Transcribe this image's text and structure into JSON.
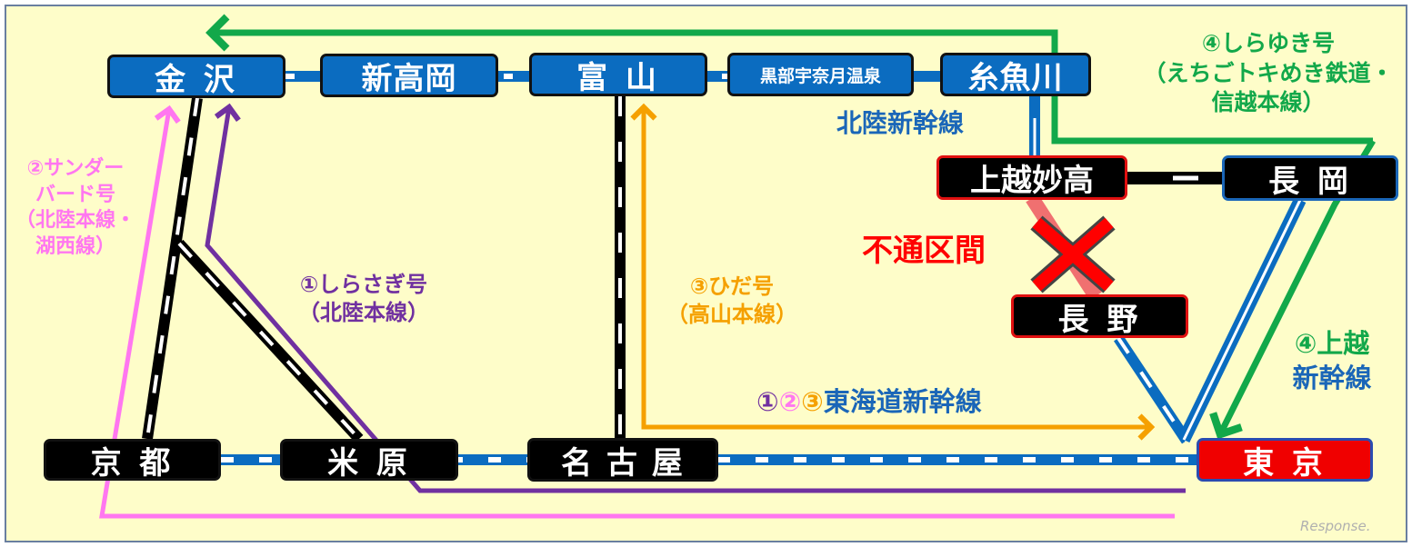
{
  "stations": {
    "kanazawa": "金 沢",
    "shin_takaoka": "新高岡",
    "toyama": "富 山",
    "kurobe": "黒部宇奈月温泉",
    "itoigawa": "糸魚川",
    "joetsu_myoko": "上越妙高",
    "nagaoka": "長 岡",
    "nagano": "長 野",
    "kyoto": "京 都",
    "maibara": "米 原",
    "nagoya": "名 古 屋",
    "tokyo": "東 京"
  },
  "labels": {
    "hokuriku_shinkansen": "北陸新幹線",
    "shirayuki": [
      "④しらゆき号",
      "（えちごトキめき鉄道・",
      "信越本線）"
    ],
    "thunderbird": [
      "②サンダー",
      "バード号",
      "（北陸本線・",
      "湖西線）"
    ],
    "shirasagi": [
      "①しらさぎ号",
      "（北陸本線）"
    ],
    "hida": [
      "③ひだ号",
      "（高山本線）"
    ],
    "tokaido": {
      "n1": "①",
      "n2": "②",
      "n3": "③",
      "name": "東海道新幹線"
    },
    "joetsu": [
      "④上越",
      "新幹線"
    ],
    "closed_section": "不通区間",
    "watermark": "Response."
  },
  "colors": {
    "shinkansen": "#0b6cc0",
    "shirayuki": "#12a84a",
    "thunderbird": "#ff77f0",
    "shirasagi": "#7030a0",
    "hida": "#f5a000",
    "closed": "#ff0000"
  }
}
